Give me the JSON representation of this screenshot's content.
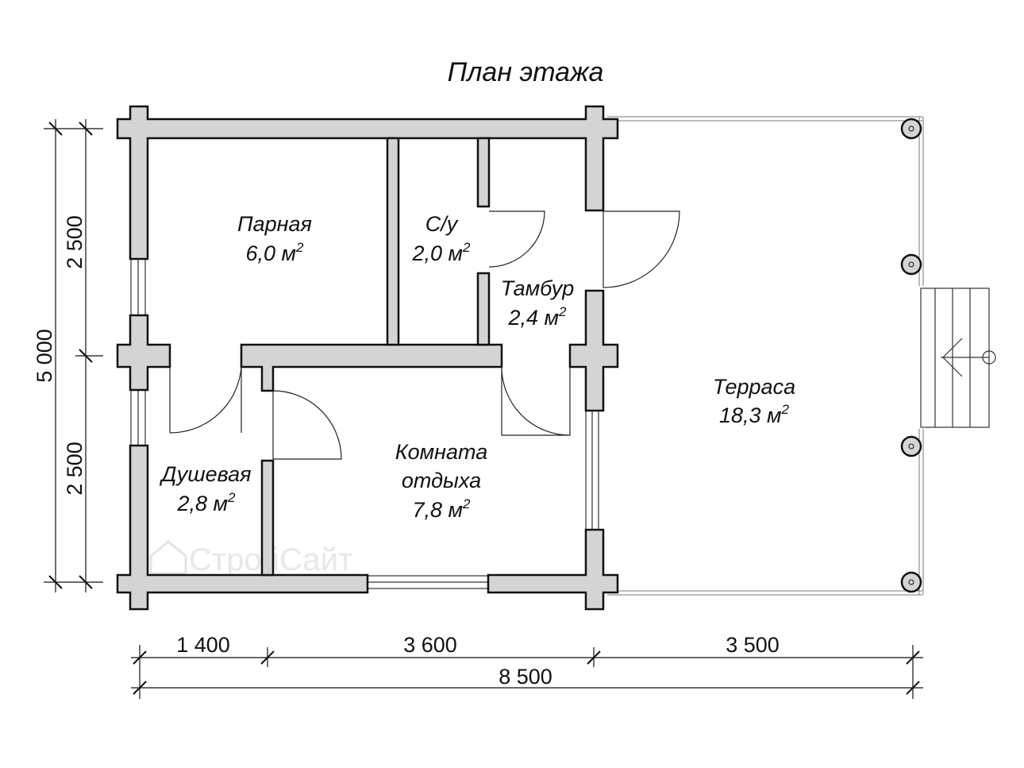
{
  "title": "План этажа",
  "rooms": {
    "parnaya": {
      "name": "Парная",
      "area": "6,0 м",
      "unit_power": "2"
    },
    "su": {
      "name": "С/у",
      "area": "2,0 м",
      "unit_power": "2"
    },
    "tambur": {
      "name": "Тамбур",
      "area": "2,4 м",
      "unit_power": "2"
    },
    "terrasa": {
      "name": "Терраса",
      "area": "18,3 м",
      "unit_power": "2"
    },
    "dushevaya": {
      "name": "Душевая",
      "area": "2,8 м",
      "unit_power": "2"
    },
    "komnata": {
      "name_line1": "Комната",
      "name_line2": "отдыха",
      "area": "7,8 м",
      "unit_power": "2"
    }
  },
  "dimensions": {
    "left": {
      "total": "5 000",
      "upper": "2 500",
      "lower": "2 500"
    },
    "bottom": {
      "seg1": "1 400",
      "seg2": "3 600",
      "seg3": "3 500",
      "total": "8 500"
    }
  },
  "watermark": "СтройСайт"
}
